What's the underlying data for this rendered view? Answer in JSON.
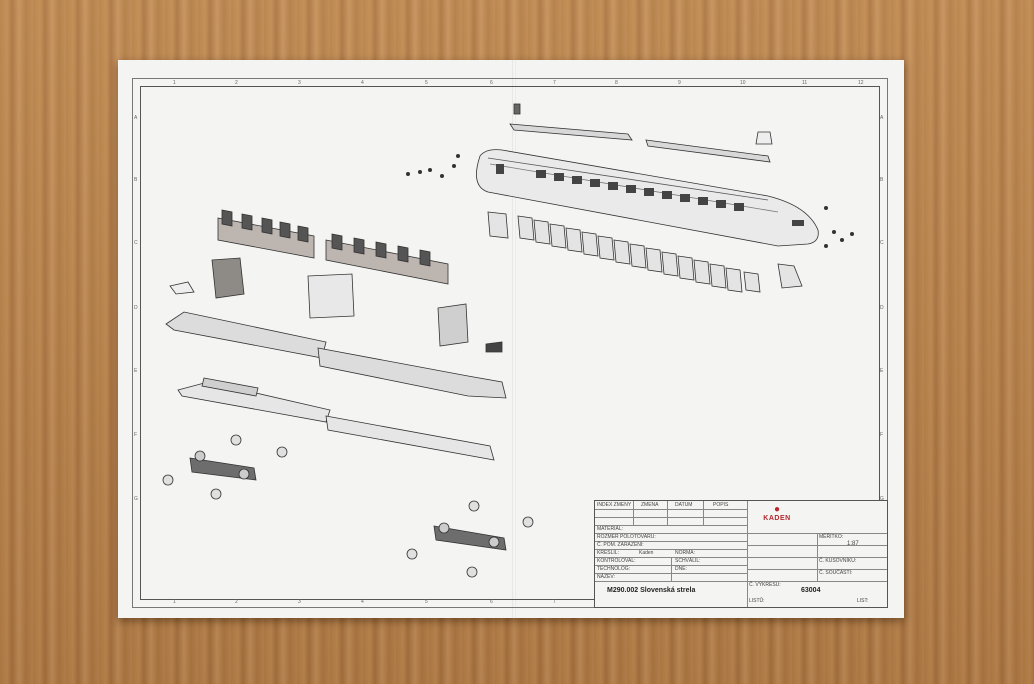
{
  "sheet": {
    "columns": [
      "1",
      "2",
      "3",
      "4",
      "5",
      "6",
      "7",
      "8",
      "9",
      "10",
      "11",
      "12"
    ],
    "rows": [
      "A",
      "B",
      "C",
      "D",
      "E",
      "F",
      "G"
    ]
  },
  "title_block": {
    "revision_headers": [
      "INDEX ZMENY",
      "ZMENA",
      "DATUM",
      "POPIS"
    ],
    "material_label": "MATERIÁL:",
    "blank_size_label": "ROZMER POLOTOVARU:",
    "classification_label": "Č. POM. ZARAZENÍ:",
    "drawn_label": "KRESLIL:",
    "drawn_value": "Kaden",
    "norm_label": "NORMA:",
    "checked_label": "KONTROLOVAL:",
    "approved_label": "SCHVÁLIL:",
    "technologist_label": "TECHNOLOG:",
    "date_label": "DNE:",
    "name_label": "NÁZEV:",
    "name_value": "M290.002 Slovenská strela",
    "drawing_no_label": "Č. VÝKRESU:",
    "drawing_no_value": "63004",
    "sheet_label": "LIST:",
    "sheets_label": "LISTŮ:",
    "scale_label": "MĚŘÍTKO:",
    "scale_value": "1:87",
    "quantity_label": "Č. KUSOVNÍKU:",
    "part_no_label": "Č. SOUČÁSTI:",
    "brand": "KADEN"
  }
}
